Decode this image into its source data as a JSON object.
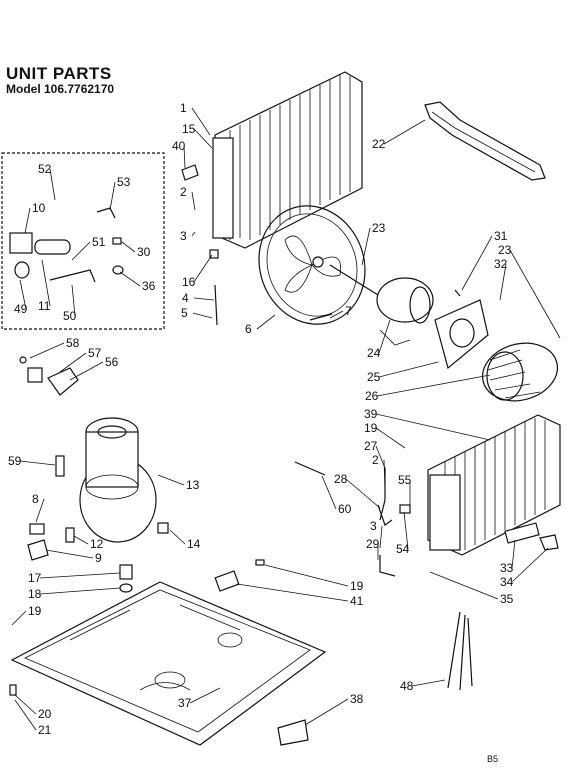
{
  "header": {
    "title": "UNIT PARTS",
    "model": "Model 106.7762170"
  },
  "footer": {
    "code": "B5"
  },
  "callouts": [
    {
      "id": "c1",
      "label": "1"
    },
    {
      "id": "c15",
      "label": "15"
    },
    {
      "id": "c40",
      "label": "40"
    },
    {
      "id": "c2a",
      "label": "2"
    },
    {
      "id": "c3a",
      "label": "3"
    },
    {
      "id": "c16",
      "label": "16"
    },
    {
      "id": "c4",
      "label": "4"
    },
    {
      "id": "c5",
      "label": "5"
    },
    {
      "id": "c6",
      "label": "6"
    },
    {
      "id": "c7",
      "label": "7"
    },
    {
      "id": "c22",
      "label": "22"
    },
    {
      "id": "c23a",
      "label": "23"
    },
    {
      "id": "c31",
      "label": "31"
    },
    {
      "id": "c23b",
      "label": "23"
    },
    {
      "id": "c32",
      "label": "32"
    },
    {
      "id": "c24",
      "label": "24"
    },
    {
      "id": "c25",
      "label": "25"
    },
    {
      "id": "c26",
      "label": "26"
    },
    {
      "id": "c39",
      "label": "39"
    },
    {
      "id": "c19a",
      "label": "19"
    },
    {
      "id": "c27",
      "label": "27"
    },
    {
      "id": "c2b",
      "label": "2"
    },
    {
      "id": "c28",
      "label": "28"
    },
    {
      "id": "c55",
      "label": "55"
    },
    {
      "id": "c60",
      "label": "60"
    },
    {
      "id": "c3b",
      "label": "3"
    },
    {
      "id": "c29",
      "label": "29"
    },
    {
      "id": "c54",
      "label": "54"
    },
    {
      "id": "c33",
      "label": "33"
    },
    {
      "id": "c34",
      "label": "34"
    },
    {
      "id": "c35",
      "label": "35"
    },
    {
      "id": "c52",
      "label": "52"
    },
    {
      "id": "c53",
      "label": "53"
    },
    {
      "id": "c10",
      "label": "10"
    },
    {
      "id": "c51",
      "label": "51"
    },
    {
      "id": "c30",
      "label": "30"
    },
    {
      "id": "c36",
      "label": "36"
    },
    {
      "id": "c49",
      "label": "49"
    },
    {
      "id": "c11",
      "label": "11"
    },
    {
      "id": "c50",
      "label": "50"
    },
    {
      "id": "c58",
      "label": "58"
    },
    {
      "id": "c57",
      "label": "57"
    },
    {
      "id": "c56",
      "label": "56"
    },
    {
      "id": "c59",
      "label": "59"
    },
    {
      "id": "c13",
      "label": "13"
    },
    {
      "id": "c8",
      "label": "8"
    },
    {
      "id": "c12",
      "label": "12"
    },
    {
      "id": "c9",
      "label": "9"
    },
    {
      "id": "c14",
      "label": "14"
    },
    {
      "id": "c17",
      "label": "17"
    },
    {
      "id": "c18",
      "label": "18"
    },
    {
      "id": "c19b",
      "label": "19"
    },
    {
      "id": "c19c",
      "label": "19"
    },
    {
      "id": "c41",
      "label": "41"
    },
    {
      "id": "c20",
      "label": "20"
    },
    {
      "id": "c21",
      "label": "21"
    },
    {
      "id": "c37",
      "label": "37"
    },
    {
      "id": "c38",
      "label": "38"
    },
    {
      "id": "c48",
      "label": "48"
    }
  ]
}
